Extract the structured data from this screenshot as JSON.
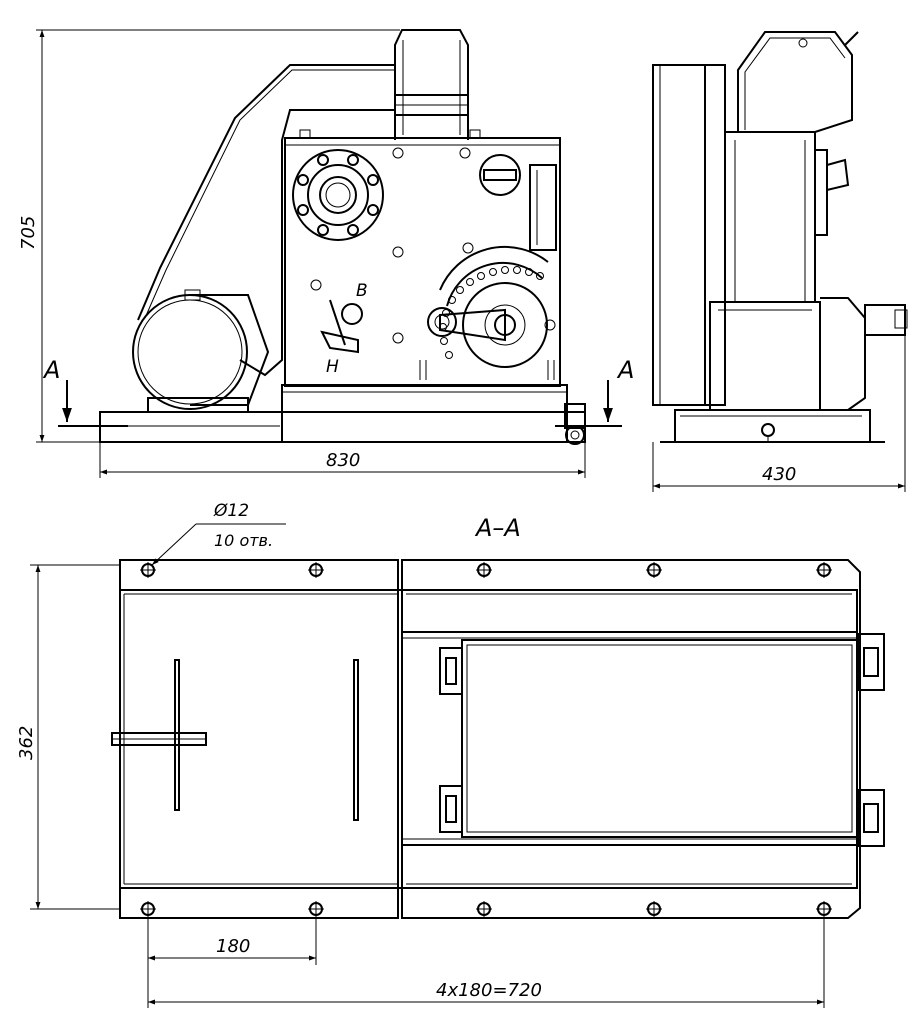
{
  "dimensions": {
    "height_overall": "705",
    "length_overall": "830",
    "width_overall": "430",
    "plan_width": "362",
    "hole_pitch": "180",
    "hole_total": "4x180=720"
  },
  "holes": {
    "diameter": "Ø12",
    "count": "10 отв."
  },
  "section": {
    "label": "A–A",
    "arrow_left": "A",
    "arrow_right": "A"
  },
  "levers": {
    "upper": "B",
    "lower": "H"
  }
}
